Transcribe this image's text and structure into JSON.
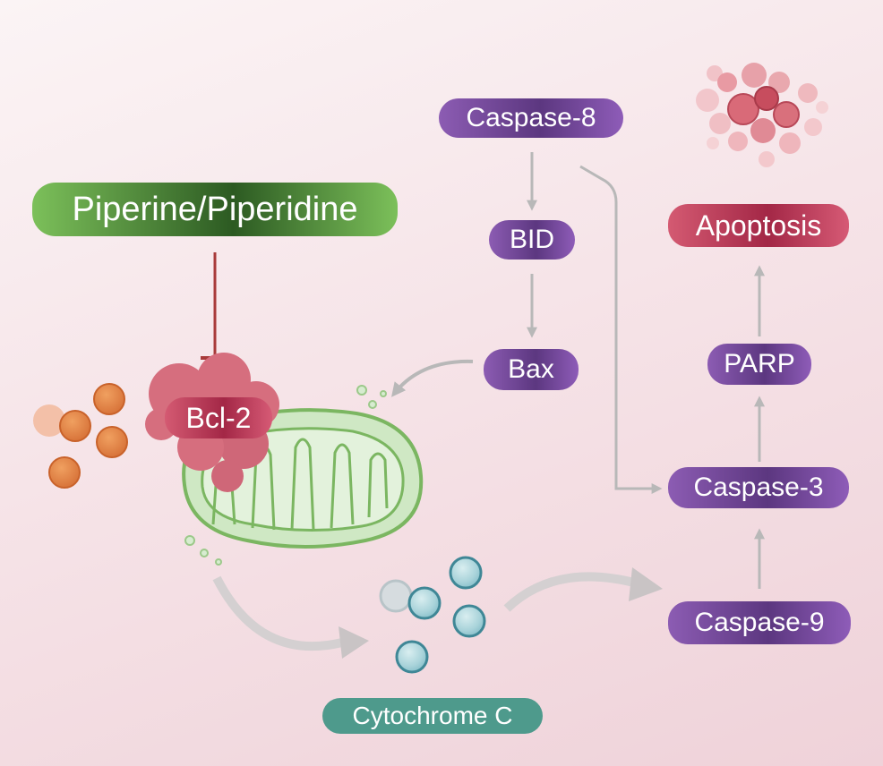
{
  "nodes": {
    "caspase8": "Caspase-8",
    "bid": "BID",
    "bax": "Bax",
    "piperine": "Piperine/Piperidine",
    "bcl2": "Bcl-2",
    "apoptosis": "Apoptosis",
    "parp": "PARP",
    "caspase3": "Caspase-3",
    "caspase9": "Caspase-9",
    "cytochrome": "Cytochrome C"
  },
  "colors": {
    "purple": "#6e4496",
    "green": "#4c8a3a",
    "red": "#b8344f",
    "teal": "#4e9a8c",
    "arrow": "#b8b8b8",
    "inhibition": "#a83a3a"
  },
  "icons": [
    "mitochondrion-icon",
    "bcl2-protein-icon",
    "apoptotic-cell-icon",
    "cytochrome-c-molecules-icon",
    "orange-particles-icon"
  ]
}
